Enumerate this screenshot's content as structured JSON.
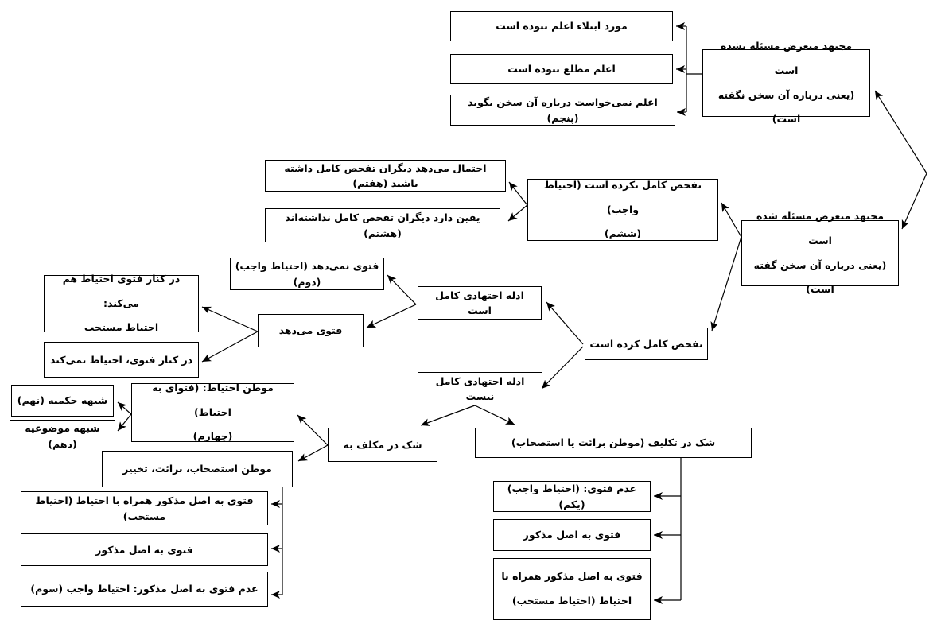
{
  "diagram": {
    "title": "",
    "language": "fa",
    "direction": "rtl",
    "colors": {
      "background": "#ffffff",
      "line": "#000000",
      "box_border": "#000000",
      "text": "#000000"
    },
    "nodes": {
      "alam_not_involved": "مورد ابتلاء اعلم نبوده است",
      "alam_not_informed": "اعلم مطلع نبوده است",
      "alam_no_comment": "اعلم نمی‌خواست درباره آن سخن بگوید (پنجم)",
      "mujtahid_not_addressed": "مجتهد متعرض مسئله نشده است\n(یعنی درباره آن سخن نگفته است)",
      "mujtahid_addressed": "مجتهد متعرض مسئله شده است\n(یعنی درباره آن سخن گفته است)",
      "no_full_search": "تفحص کامل نکرده است  (احتیاط واجب)\n(ششم)",
      "others_maybe_searched": "احتمال می‌دهد دیگران تفحص کامل داشته باشند (هفتم)",
      "others_not_searched": "یقین دارد دیگران تفحص کامل نداشته‌اند (هشتم)",
      "full_search_done": "تفحص کامل کرده است",
      "evidence_complete": "ادله اجتهادی کامل است",
      "evidence_incomplete": "ادله اجتهادی کامل نیست",
      "no_fatwa": "فتوی نمی‌دهد (احتیاط واجب) (دوم)",
      "gives_fatwa": "فتوی می‌دهد",
      "fatwa_with_ihtiyat": "در کنار فتوی احتیاط هم می‌کند:\nاحتیاط مستحب",
      "fatwa_without_ihtiyat": "در کنار فتوی، احتیاط نمی‌کند",
      "doubt_mukallaf_bih": "شک در مکلف به",
      "doubt_taklif": "شک در تکلیف (موطن برائت یا استصحاب)",
      "mawtin_ihtiyat": "موطن احتیاط: (فتوای به احتیاط)\n(چهارم)",
      "shubhe_hukmiyye": "شبهه حکمیه (نهم)",
      "shubhe_mawzuiyye": "شبهه موضوعیه (دهم)",
      "mawtin_istishab": "موطن استصحاب، برائت، تخییر",
      "fatwa_asl_with_ihtiyat": "فتوی به اصل مذکور همراه با احتیاط (احتیاط مستحب)",
      "fatwa_asl": "فتوی به اصل مذکور",
      "no_fatwa_asl": "عدم فتوی به اصل مذکور: احتیاط واجب (سوم)",
      "adam_fatwa_wajib": "عدم فتوی: (احتیاط واجب) (یکم)",
      "fatwa_asl_2": "فتوی به اصل مذکور",
      "fatwa_asl_with_ihtiyat_2": "فتوی به اصل مذکور همراه با\nاحتیاط (احتیاط مستحب)"
    },
    "edges": [
      {
        "from": "branch_point",
        "to": "mujtahid_not_addressed"
      },
      {
        "from": "branch_point",
        "to": "mujtahid_addressed"
      },
      {
        "from": "mujtahid_not_addressed",
        "to": "alam_not_involved"
      },
      {
        "from": "mujtahid_not_addressed",
        "to": "alam_not_informed"
      },
      {
        "from": "mujtahid_not_addressed",
        "to": "alam_no_comment"
      },
      {
        "from": "mujtahid_addressed",
        "to": "no_full_search"
      },
      {
        "from": "mujtahid_addressed",
        "to": "full_search_done"
      },
      {
        "from": "no_full_search",
        "to": "others_maybe_searched"
      },
      {
        "from": "no_full_search",
        "to": "others_not_searched"
      },
      {
        "from": "full_search_done",
        "to": "evidence_complete"
      },
      {
        "from": "full_search_done",
        "to": "evidence_incomplete"
      },
      {
        "from": "evidence_complete",
        "to": "no_fatwa"
      },
      {
        "from": "evidence_complete",
        "to": "gives_fatwa"
      },
      {
        "from": "gives_fatwa",
        "to": "fatwa_with_ihtiyat"
      },
      {
        "from": "gives_fatwa",
        "to": "fatwa_without_ihtiyat"
      },
      {
        "from": "evidence_incomplete",
        "to": "doubt_mukallaf_bih"
      },
      {
        "from": "evidence_incomplete",
        "to": "doubt_taklif"
      },
      {
        "from": "doubt_mukallaf_bih",
        "to": "mawtin_ihtiyat"
      },
      {
        "from": "doubt_mukallaf_bih",
        "to": "mawtin_istishab"
      },
      {
        "from": "mawtin_ihtiyat",
        "to": "shubhe_hukmiyye"
      },
      {
        "from": "mawtin_ihtiyat",
        "to": "shubhe_mawzuiyye"
      },
      {
        "from": "mawtin_istishab",
        "to": "fatwa_asl_with_ihtiyat"
      },
      {
        "from": "mawtin_istishab",
        "to": "fatwa_asl"
      },
      {
        "from": "mawtin_istishab",
        "to": "no_fatwa_asl"
      },
      {
        "from": "doubt_taklif",
        "to": "adam_fatwa_wajib"
      },
      {
        "from": "doubt_taklif",
        "to": "fatwa_asl_2"
      },
      {
        "from": "doubt_taklif",
        "to": "fatwa_asl_with_ihtiyat_2"
      }
    ]
  }
}
